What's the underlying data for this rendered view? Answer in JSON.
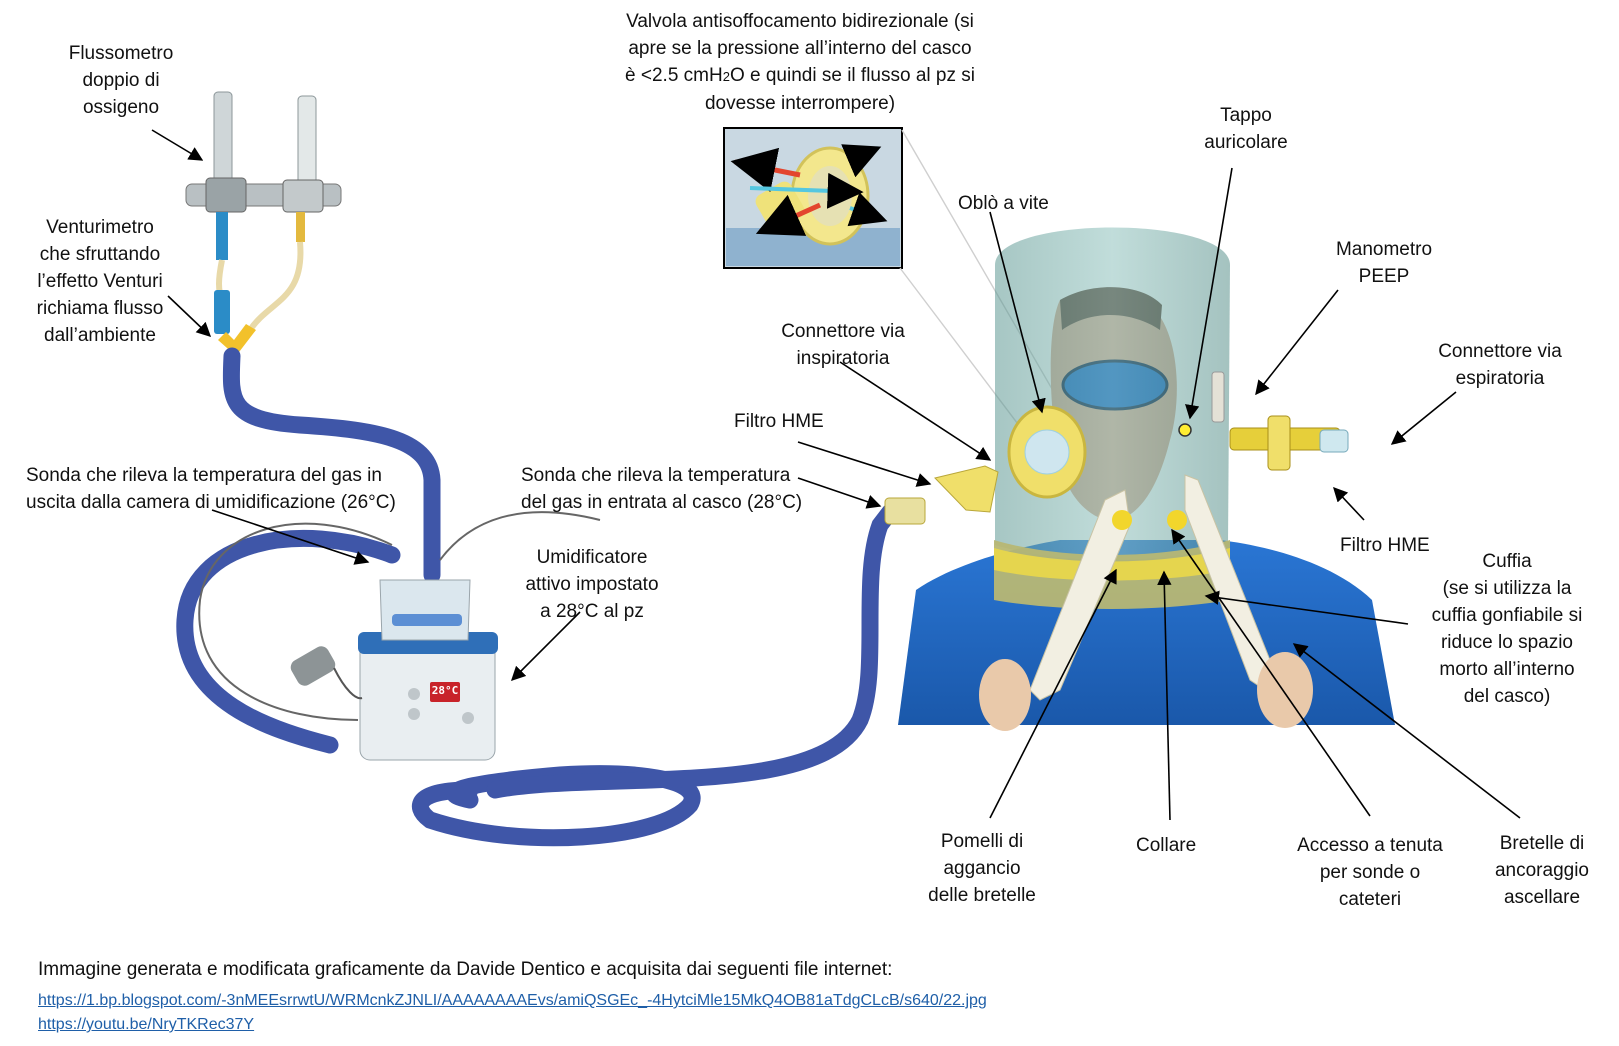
{
  "labels": {
    "flussometro": [
      "Flussometro",
      "doppio di",
      "ossigeno"
    ],
    "venturimetro": [
      "Venturimetro",
      "che sfruttando",
      "l’effetto Venturi",
      "richiama flusso",
      "dall’ambiente"
    ],
    "sonda_uscita": [
      "Sonda che rileva la temperatura del gas in",
      "uscita dalla camera di umidificazione (26°C)"
    ],
    "umidificatore": [
      "Umidificatore",
      "attivo impostato",
      "a 28°C al pz"
    ],
    "valvola": [
      "Valvola antisoffocamento bidirezionale (si",
      "apre se la pressione all’interno del casco",
      "è <2.5 cmH",
      "2",
      "O e quindi se il flusso al pz si",
      "dovesse interrompere)"
    ],
    "filtro_hme_left": "Filtro HME",
    "sonda_entrata": [
      "Sonda che rileva la temperatura",
      "del gas in entrata al casco (28°C)"
    ],
    "connettore_insp": [
      "Connettore via",
      "inspiratoria"
    ],
    "oblo": "Oblò a vite",
    "tappo": [
      "Tappo",
      "auricolare"
    ],
    "manometro": [
      "Manometro",
      "PEEP"
    ],
    "connettore_esp": [
      "Connettore via",
      "espiratoria"
    ],
    "filtro_hme_right": "Filtro HME",
    "cuffia": [
      "Cuffia",
      "(se si utilizza la",
      "cuffia gonfiabile si",
      "riduce lo spazio",
      "morto all’interno",
      "del casco)"
    ],
    "pomelli": [
      "Pomelli di",
      "aggancio",
      "delle bretelle"
    ],
    "collare": "Collare",
    "accesso": [
      "Accesso a tenuta",
      "per sonde o",
      "cateteri"
    ],
    "bretelle": [
      "Bretelle di",
      "ancoraggio",
      "ascellare"
    ]
  },
  "display_temp": "28°C",
  "credit": "Immagine generata e modificata graficamente da Davide Dentico e acquisita dai seguenti file internet:",
  "links": [
    "https://1.bp.blogspot.com/-3nMEEsrrwtU/WRMcnkZJNLI/AAAAAAAAEvs/amiQSGEc_-4HytciMle15MkQ4OB81aTdgCLcB/s640/22.jpg",
    "https://youtu.be/NryTKRec37Y"
  ],
  "colors": {
    "tube": "#3f56a8",
    "helmet": "#6ea7a4",
    "shirt": "#1f66c2",
    "yellow": "#f1dc55",
    "face_mask": "#0a63c8",
    "arrow": "#000000"
  }
}
